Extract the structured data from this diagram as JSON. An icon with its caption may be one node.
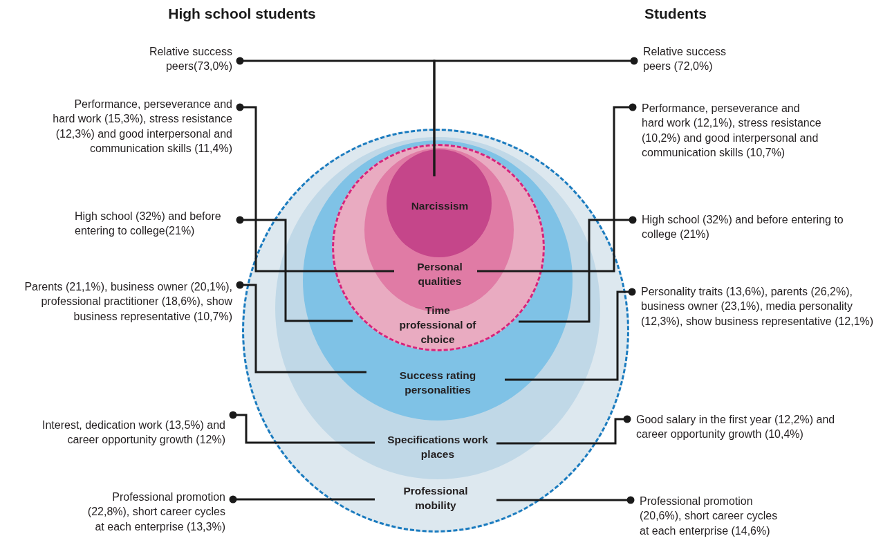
{
  "diagram": {
    "nodes": [
      {
        "text": [
          "Professional mobility"
        ]
      },
      {
        "text": [
          "Specifications work places"
        ],
        "in": 0
      },
      {
        "text": [
          "Success rating personalities"
        ],
        "in": 1
      },
      {
        "text": [
          "Time professional of choice"
        ],
        "in": 2
      },
      {
        "text": [
          "Personal qualities"
        ],
        "in": 3
      },
      {
        "text": [
          "Narcissism"
        ],
        "in": 4
      },
      {
        "text": [
          "Relative success peers(73,0%)"
        ]
      },
      {
        "text": [
          "Relative success peers (72,0%)"
        ]
      },
      {
        "text": [
          "Performance, perseverance and hard work (15,3%), stress resistance (12,3%) and good interpersonal and communication skills (11,4%)"
        ]
      },
      {
        "text": [
          "Performance, perseverance and hard work (12,1%), stress resistance (10,2%) and good interpersonal and communication skills (10,7%)"
        ]
      },
      {
        "text": [
          "High school (32%) and before entering to college(21%)"
        ]
      },
      {
        "text": [
          "High school (32%) and before entering to college (21%)"
        ]
      },
      {
        "text": [
          "Parents (21,1%), business owner (20,1%), professional practitioner (18,6%), show business representative (10,7%)"
        ]
      },
      {
        "text": [
          "Personality traits (13,6%), parents (26,2%), business owner (23,1%), media personality (12,3%), show business representative (12,1%)"
        ]
      },
      {
        "text": [
          "Interest, dedication work (13,5%) and career opportunity growth (12%)"
        ]
      },
      {
        "text": [
          "Good salary in the first year (12,2%) and career opportunity growth (10,4%)"
        ]
      },
      {
        "text": [
          "Professional promotion (22,8%), short career cycles at each enterprise (13,3%)"
        ]
      },
      {
        "text": [
          "Professional promotion (20,6%), short career cycles at each enterprise (14,6%)"
        ]
      }
    ],
    "edges": [
      {
        "from": 6,
        "to": 5,
        "arrow": "other"
      },
      {
        "from": 7,
        "to": 5,
        "arrow": "other"
      },
      {
        "from": 8,
        "to": 4,
        "arrow": "other"
      },
      {
        "from": 9,
        "to": 4,
        "arrow": "other"
      },
      {
        "from": 10,
        "to": 3,
        "arrow": "other"
      },
      {
        "from": 11,
        "to": 3,
        "arrow": "other"
      },
      {
        "from": 12,
        "to": 2,
        "arrow": "other"
      },
      {
        "from": 13,
        "to": 2,
        "arrow": "other"
      },
      {
        "from": 14,
        "to": 1,
        "arrow": "other"
      },
      {
        "from": 15,
        "to": 1,
        "arrow": "other"
      },
      {
        "from": 16,
        "to": 0,
        "arrow": "other"
      },
      {
        "from": 17,
        "to": 0,
        "arrow": "other"
      }
    ],
    "labels": [
      "High school students",
      "Students"
    ]
  }
}
